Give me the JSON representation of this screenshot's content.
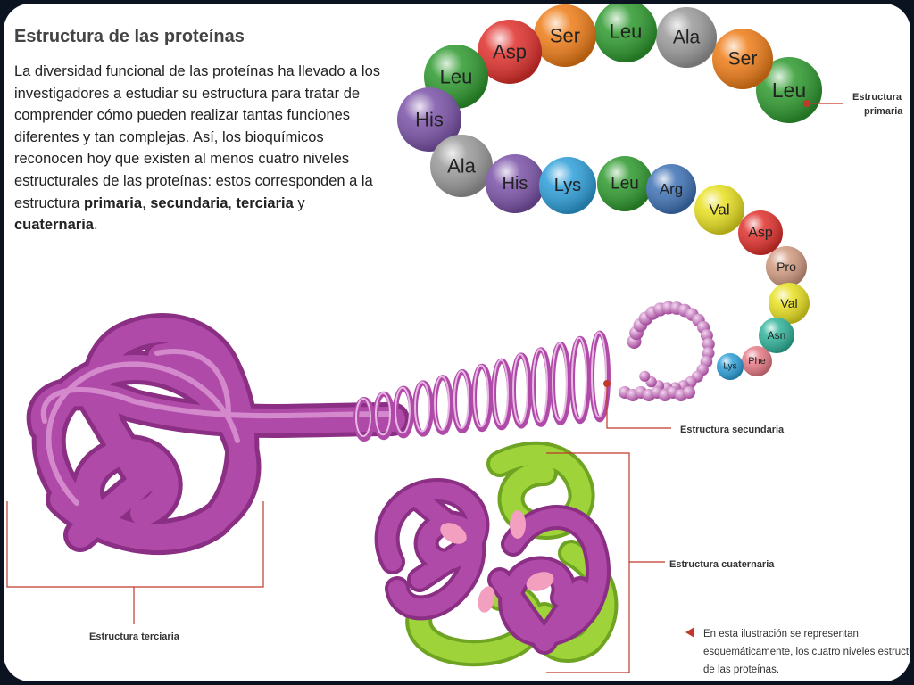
{
  "title": "Estructura de las proteínas",
  "intro": {
    "part1": "La diversidad funcional de las proteínas ha llevado a los investigadores a estudiar su estructura para tratar de comprender cómo pueden realizar tan­tas funciones diferentes y tan complejas. Así, los bioquímicos reconocen hoy que existen al menos cuatro niveles estructurales de las proteínas: estos corresponden a la estructura ",
    "primaria": "primaria",
    "sep1": ", ",
    "secundaria": "secundaria",
    "sep2": ", ",
    "terciaria": "terciaria",
    "sep3": " y ",
    "cuaternaria": "cuaternaria",
    "end": "."
  },
  "amino_acids": [
    {
      "name": "Leu",
      "color": "#2e9a2e"
    },
    {
      "name": "Ser",
      "color": "#ee7c17"
    },
    {
      "name": "Ala",
      "color": "#9a9a9a"
    },
    {
      "name": "Leu",
      "color": "#2e9a2e"
    },
    {
      "name": "Ser",
      "color": "#ee7c17"
    },
    {
      "name": "Asp",
      "color": "#e0302c"
    },
    {
      "name": "Leu",
      "color": "#2e9a2e"
    },
    {
      "name": "His",
      "color": "#7b52a8"
    },
    {
      "name": "Ala",
      "color": "#9a9a9a"
    },
    {
      "name": "His",
      "color": "#7b52a8"
    },
    {
      "name": "Lys",
      "color": "#2d9fd9"
    },
    {
      "name": "Leu",
      "color": "#2e9a2e"
    },
    {
      "name": "Arg",
      "color": "#3f72b5"
    },
    {
      "name": "Val",
      "color": "#e8e020"
    },
    {
      "name": "Asp",
      "color": "#e0302c"
    },
    {
      "name": "Pro",
      "color": "#d09a80"
    },
    {
      "name": "Val",
      "color": "#e8e020"
    },
    {
      "name": "Asn",
      "color": "#2fb39a"
    },
    {
      "name": "Phe",
      "color": "#e87a86"
    },
    {
      "name": "Lys",
      "color": "#2d9fd9"
    }
  ],
  "labels": {
    "primaria": "Estructura primaria",
    "secundaria": "Estructura secundaria",
    "terciaria": "Estructura terciaria",
    "cuaternaria": "Estructura cuaternaria"
  },
  "caption": "En esta ilustración se representan, esquemáticamente, los cuatro niveles estructurales de las proteínas.",
  "colors": {
    "protein": "#b04aa8",
    "protein_highlight": "#d98ad2",
    "subunit_green": "#9ed43a",
    "leader": "#c0392b",
    "pink_bonds": "#f29fc0",
    "frame": "#0c1320"
  }
}
